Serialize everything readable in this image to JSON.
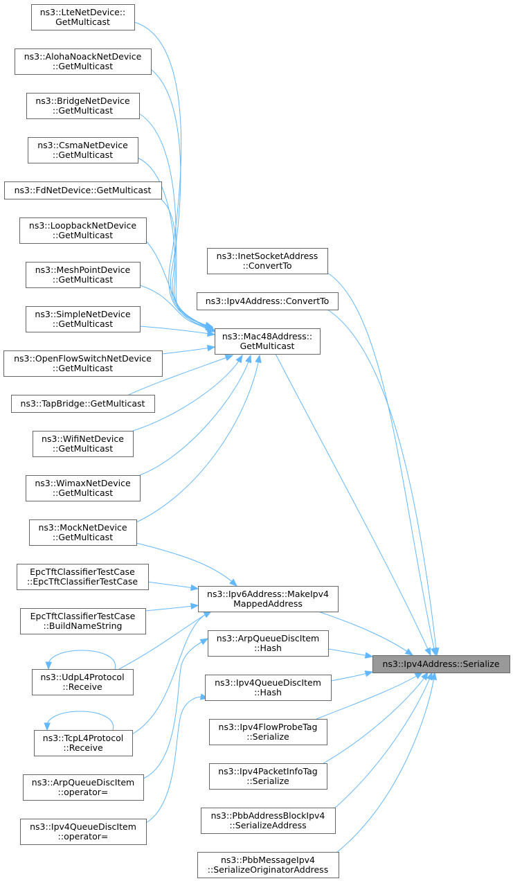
{
  "graph": {
    "nodes": [
      {
        "id": "lte",
        "lines": [
          "ns3::LteNetDevice::",
          "GetMulticast"
        ]
      },
      {
        "id": "aloha",
        "lines": [
          "ns3::AlohaNoackNetDevice",
          "::GetMulticast"
        ]
      },
      {
        "id": "bridge",
        "lines": [
          "ns3::BridgeNetDevice",
          "::GetMulticast"
        ]
      },
      {
        "id": "csma",
        "lines": [
          "ns3::CsmaNetDevice",
          "::GetMulticast"
        ]
      },
      {
        "id": "fd",
        "lines": [
          "ns3::FdNetDevice::GetMulticast"
        ]
      },
      {
        "id": "loopback",
        "lines": [
          "ns3::LoopbackNetDevice",
          "::GetMulticast"
        ]
      },
      {
        "id": "meshpoint",
        "lines": [
          "ns3::MeshPointDevice",
          "::GetMulticast"
        ]
      },
      {
        "id": "simple",
        "lines": [
          "ns3::SimpleNetDevice",
          "::GetMulticast"
        ]
      },
      {
        "id": "openflow",
        "lines": [
          "ns3::OpenFlowSwitchNetDevice",
          "::GetMulticast"
        ]
      },
      {
        "id": "tapbridge",
        "lines": [
          "ns3::TapBridge::GetMulticast"
        ]
      },
      {
        "id": "wifi",
        "lines": [
          "ns3::WifiNetDevice",
          "::GetMulticast"
        ]
      },
      {
        "id": "wimax",
        "lines": [
          "ns3::WimaxNetDevice",
          "::GetMulticast"
        ]
      },
      {
        "id": "mock",
        "lines": [
          "ns3::MockNetDevice",
          "::GetMulticast"
        ]
      },
      {
        "id": "epcctor",
        "lines": [
          "EpcTftClassifierTestCase",
          "::EpcTftClassifierTestCase"
        ]
      },
      {
        "id": "epcbuild",
        "lines": [
          "EpcTftClassifierTestCase",
          "::BuildNameString"
        ]
      },
      {
        "id": "udp",
        "lines": [
          "ns3::UdpL4Protocol",
          "::Receive"
        ]
      },
      {
        "id": "tcp",
        "lines": [
          "ns3::TcpL4Protocol",
          "::Receive"
        ]
      },
      {
        "id": "arpop",
        "lines": [
          "ns3::ArpQueueDiscItem",
          "::operator="
        ]
      },
      {
        "id": "ipv4qop",
        "lines": [
          "ns3::Ipv4QueueDiscItem",
          "::operator="
        ]
      },
      {
        "id": "inetconv",
        "lines": [
          "ns3::InetSocketAddress",
          "::ConvertTo"
        ]
      },
      {
        "id": "ipv4conv",
        "lines": [
          "ns3::Ipv4Address::ConvertTo"
        ]
      },
      {
        "id": "mac48",
        "lines": [
          "ns3::Mac48Address::",
          "GetMulticast"
        ]
      },
      {
        "id": "makeipv4",
        "lines": [
          "ns3::Ipv6Address::MakeIpv4",
          "MappedAddress"
        ]
      },
      {
        "id": "arphash",
        "lines": [
          "ns3::ArpQueueDiscItem",
          "::Hash"
        ]
      },
      {
        "id": "ipv4qhash",
        "lines": [
          "ns3::Ipv4QueueDiscItem",
          "::Hash"
        ]
      },
      {
        "id": "flowprobe",
        "lines": [
          "ns3::Ipv4FlowProbeTag",
          "::Serialize"
        ]
      },
      {
        "id": "pktinfo",
        "lines": [
          "ns3::Ipv4PacketInfoTag",
          "::Serialize"
        ]
      },
      {
        "id": "pbbaddr",
        "lines": [
          "ns3::PbbAddressBlockIpv4",
          "::SerializeAddress"
        ]
      },
      {
        "id": "pbbmsg",
        "lines": [
          "ns3::PbbMessageIpv4",
          "::SerializeOriginatorAddress"
        ]
      },
      {
        "id": "serialize",
        "lines": [
          "ns3::Ipv4Address::Serialize"
        ],
        "focus": true
      }
    ],
    "edges": [
      {
        "from": "lte",
        "to": "mac48"
      },
      {
        "from": "aloha",
        "to": "mac48"
      },
      {
        "from": "bridge",
        "to": "mac48"
      },
      {
        "from": "csma",
        "to": "mac48"
      },
      {
        "from": "fd",
        "to": "mac48"
      },
      {
        "from": "loopback",
        "to": "mac48"
      },
      {
        "from": "meshpoint",
        "to": "mac48"
      },
      {
        "from": "simple",
        "to": "mac48"
      },
      {
        "from": "openflow",
        "to": "mac48"
      },
      {
        "from": "tapbridge",
        "to": "mac48"
      },
      {
        "from": "wifi",
        "to": "mac48"
      },
      {
        "from": "wimax",
        "to": "mac48"
      },
      {
        "from": "mock",
        "to": "mac48"
      },
      {
        "from": "mock",
        "to": "makeipv4"
      },
      {
        "from": "epcctor",
        "to": "makeipv4"
      },
      {
        "from": "epcbuild",
        "to": "makeipv4"
      },
      {
        "from": "udp",
        "to": "makeipv4"
      },
      {
        "from": "udp",
        "to": "udp"
      },
      {
        "from": "tcp",
        "to": "makeipv4"
      },
      {
        "from": "tcp",
        "to": "tcp"
      },
      {
        "from": "arpop",
        "to": "arphash"
      },
      {
        "from": "ipv4qop",
        "to": "ipv4qhash"
      },
      {
        "from": "inetconv",
        "to": "serialize"
      },
      {
        "from": "ipv4conv",
        "to": "serialize"
      },
      {
        "from": "mac48",
        "to": "serialize"
      },
      {
        "from": "makeipv4",
        "to": "serialize"
      },
      {
        "from": "arphash",
        "to": "serialize"
      },
      {
        "from": "ipv4qhash",
        "to": "serialize"
      },
      {
        "from": "flowprobe",
        "to": "serialize"
      },
      {
        "from": "pktinfo",
        "to": "serialize"
      },
      {
        "from": "pbbaddr",
        "to": "serialize"
      },
      {
        "from": "pbbmsg",
        "to": "serialize"
      }
    ],
    "colors": {
      "edge": "#63b8ff",
      "node_border": "#666666",
      "focus_fill": "#999999"
    }
  }
}
